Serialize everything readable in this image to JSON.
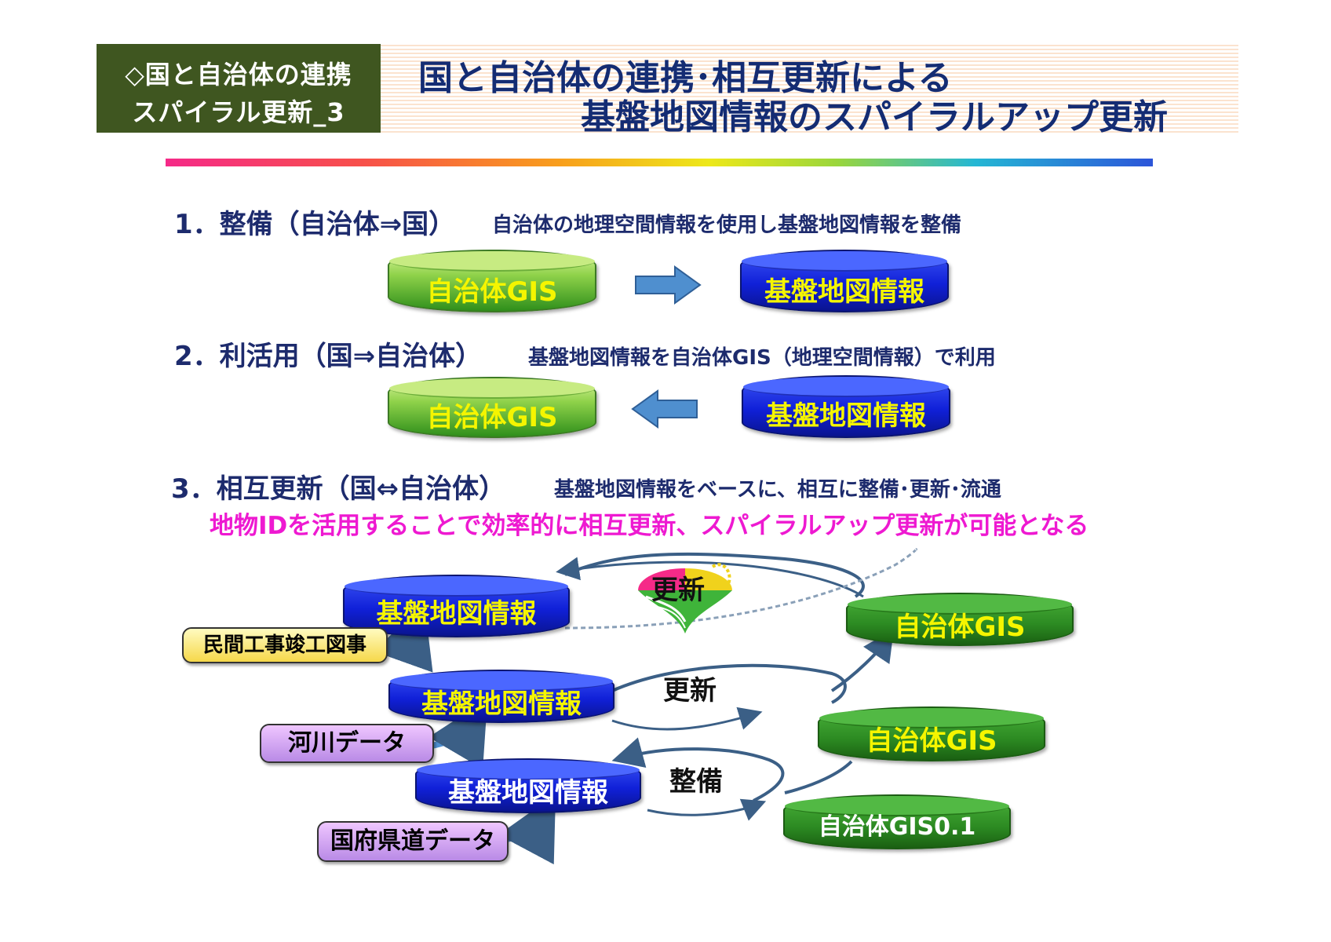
{
  "header": {
    "tag_line1": "◇国と自治体の連携",
    "tag_line2": "スパイラル更新_3",
    "title_line1": "国と自治体の連携･相互更新による",
    "title_line2": "基盤地図情報のスパイラルアップ更新"
  },
  "section1": {
    "heading": "1．整備（自治体⇒国）",
    "description": "自治体の地理空間情報を使用し基盤地図情報を整備",
    "left_cylinder": "自治体GIS",
    "right_cylinder": "基盤地図情報"
  },
  "section2": {
    "heading": "2．利活用（国⇒自治体）",
    "description": "基盤地図情報を自治体GIS（地理空間情報）で利用",
    "left_cylinder": "自治体GIS",
    "right_cylinder": "基盤地図情報"
  },
  "section3": {
    "heading": "3．相互更新（国⇔自治体）",
    "description": "基盤地図情報をベースに、相互に整備･更新･流通",
    "note": "地物IDを活用することで効率的に相互更新、スパイラルアップ更新が可能となる"
  },
  "spiral": {
    "kiban_top": "基盤地図情報",
    "kiban_mid": "基盤地図情報",
    "kiban_bottom": "基盤地図情報",
    "gis_top": "自治体GIS",
    "gis_mid": "自治体GIS",
    "gis_bottom": "自治体GIS0.1",
    "label_update_top": "更新",
    "label_update_mid": "更新",
    "label_maintain": "整備",
    "source_1": "民間工事竣工図事",
    "source_2": "河川データ",
    "source_3": "国府県道データ"
  },
  "colors": {
    "title_text": "#142c73",
    "tag_bg": "#3f5620",
    "note_text": "#ee19d1",
    "arrow_fill": "#4f8fcf"
  }
}
